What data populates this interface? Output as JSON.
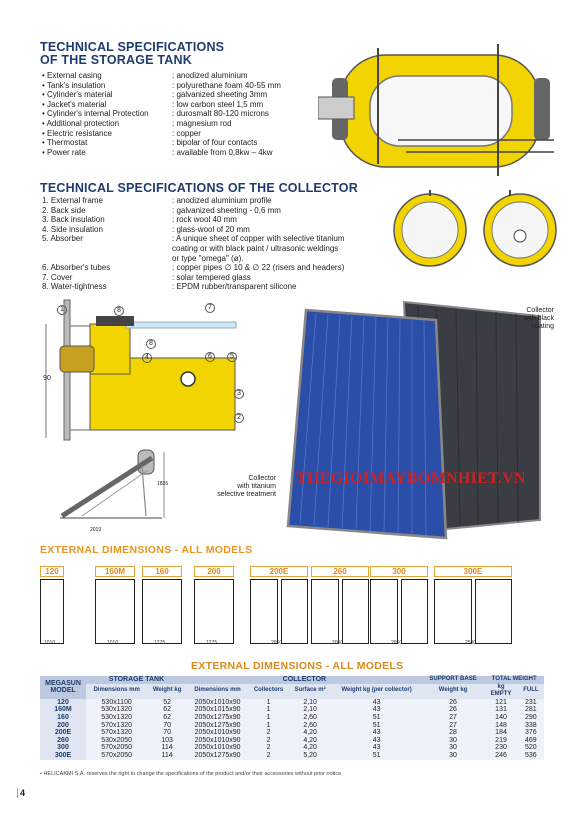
{
  "tank": {
    "title_line1": "TECHNICAL SPECIFICATIONS",
    "title_line2": "OF THE STORAGE TANK",
    "specs": [
      {
        "k": "• External casing",
        "v": ": anodized aluminium"
      },
      {
        "k": "• Tank's insulation",
        "v": ": polyurethane foam 40-55 mm"
      },
      {
        "k": "• Cylinder's material",
        "v": ": galvanized sheeting 3mm"
      },
      {
        "k": "• Jacket's material",
        "v": ": low carbon steel 1,5 mm"
      },
      {
        "k": "• Cylinder's internal Protection",
        "v": ": durosmalt 80-120 microns"
      },
      {
        "k": "• Additional protection",
        "v": ": magnesium rod"
      },
      {
        "k": "• Electric resistance",
        "v": ": copper"
      },
      {
        "k": "• Thermostat",
        "v": ": bipolar of four contacts"
      },
      {
        "k": "• Power rate",
        "v": ": available from 0,8kw – 4kw"
      }
    ]
  },
  "collector": {
    "title": "TECHNICAL SPECIFICATIONS OF THE COLLECTOR",
    "specs": [
      {
        "k": "1. External frame",
        "v": ": anodized aluminium profile"
      },
      {
        "k": "2. Back side",
        "v": ": galvanized sheeting - 0,6 mm"
      },
      {
        "k": "3. Back insulation",
        "v": ": rock wool 40 mm"
      },
      {
        "k": "4. Side insulation",
        "v": ": glass-wool of 20 mm"
      },
      {
        "k": "5. Absorber",
        "v": ": A unique sheet of copper with selective titanium"
      },
      {
        "k": "",
        "v": "  coating or with black paint / ultrasonic weldings"
      },
      {
        "k": "",
        "v": "  or type \"omega\" (ø)."
      },
      {
        "k": "6. Absorber's tubes",
        "v": ": copper pipes ∅ 10 & ∅ 22 (risers and headers)"
      },
      {
        "k": "7. Cover",
        "v": ": solar tempered glass"
      },
      {
        "k": "8. Water-tightness",
        "v": ": EPDM rubber/transparent silicone"
      }
    ]
  },
  "diagram": {
    "callouts": [
      "1",
      "8",
      "7",
      "8",
      "4",
      "6",
      "5",
      "3",
      "2"
    ],
    "height_label": "90",
    "stand_height": "1826",
    "stand_width": "2019"
  },
  "photo": {
    "caption_black": "Collector\nwith black\ncoating",
    "caption_titanium": "Collector\nwith titanium\nselective treatment"
  },
  "watermark": "THEGIOIMAYBOMNHIET.VN",
  "external_title": "EXTERNAL DIMENSIONS - ALL MODELS",
  "models": [
    "120",
    "160M",
    "160",
    "200",
    "200E",
    "260",
    "300",
    "300E"
  ],
  "model_widths": [
    "1010",
    "1010",
    "1275",
    "1275",
    "2050",
    "2050",
    "2050",
    "2580"
  ],
  "table_title": "EXTERNAL DIMENSIONS - ALL MODELS",
  "table": {
    "h_model": "MEGASUN MODEL",
    "h_tank": "STORAGE TANK",
    "h_collector": "COLLECTOR",
    "h_support": "SUPPORT BASE",
    "h_total": "TOTAL WEIGHT",
    "h_dim": "Dimensions mm",
    "h_weight": "Weight kg",
    "h_cdim": "Dimensions mm",
    "h_collectors": "Collectors",
    "h_surface": "Surface m²",
    "h_cweight": "Weight kg (per collector)",
    "h_sweight": "Weight kg",
    "h_kg": "kg",
    "h_empty": "EMPTY",
    "h_full": "FULL",
    "rows": [
      [
        "120",
        "530x1100",
        "52",
        "2050x1010x90",
        "1",
        "2,10",
        "43",
        "26",
        "121",
        "231"
      ],
      [
        "160M",
        "530x1320",
        "62",
        "2050x1015x90",
        "1",
        "2,10",
        "43",
        "26",
        "131",
        "281"
      ],
      [
        "160",
        "530x1320",
        "62",
        "2050x1275x90",
        "1",
        "2,60",
        "51",
        "27",
        "140",
        "290"
      ],
      [
        "200",
        "570x1320",
        "70",
        "2050x1275x90",
        "1",
        "2,60",
        "51",
        "27",
        "148",
        "338"
      ],
      [
        "200E",
        "570x1320",
        "70",
        "2050x1010x90",
        "2",
        "4,20",
        "43",
        "28",
        "184",
        "376"
      ],
      [
        "260",
        "530x2050",
        "103",
        "2050x1010x90",
        "2",
        "4,20",
        "43",
        "30",
        "219",
        "469"
      ],
      [
        "300",
        "570x2050",
        "114",
        "2050x1010x90",
        "2",
        "4,20",
        "43",
        "30",
        "230",
        "520"
      ],
      [
        "300E",
        "570x2050",
        "114",
        "2050x1275x90",
        "2",
        "5,20",
        "51",
        "30",
        "246",
        "536"
      ]
    ]
  },
  "footnote": "• HELICAKMI S.A. reserves the right to change the specifications of the product and/or their accessories without prior notice.",
  "page_number": "4",
  "colors": {
    "navy": "#1f3c6e",
    "orange": "#e89522",
    "yellow": "#f2d400",
    "panel_blue": "#2b4ea8"
  }
}
